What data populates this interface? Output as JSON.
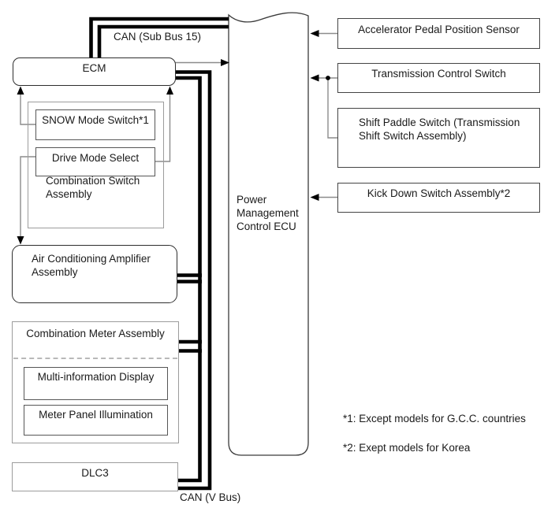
{
  "labels": {
    "can_sub_bus": "CAN (Sub Bus 15)",
    "can_v_bus": "CAN (V Bus)"
  },
  "nodes": {
    "ecm": "ECM",
    "snow_mode_switch": "SNOW Mode Switch*1",
    "drive_mode_select": "Drive Mode Select",
    "combination_switch_assembly": "Combination Switch Assembly",
    "ac_amplifier_assembly": "Air Conditioning Amplifier Assembly",
    "combination_meter_assembly": "Combination Meter Assembly",
    "multi_information_display": "Multi-information Display",
    "meter_panel_illumination": "Meter Panel Illumination",
    "dlc3": "DLC3",
    "power_management_control_ecu": "Power Management Control ECU",
    "accelerator_pedal_position_sensor": "Accelerator Pedal Position Sensor",
    "transmission_control_switch": "Transmission Control Switch",
    "shift_paddle_switch": "Shift Paddle Switch (Transmission Shift Switch Assembly)",
    "kick_down_switch_assembly": "Kick Down Switch Assembly*2"
  },
  "notes": {
    "note_1": "*1: Except models for G.C.C. countries",
    "note_2": "*2: Exept models for Korea"
  },
  "colors": {
    "bus_line": "#000000",
    "thin_line": "#8c8c8c",
    "arrowhead": "#000000",
    "dark_border": "#444444",
    "gray_border": "#9c9c9c",
    "background": "#ffffff"
  }
}
